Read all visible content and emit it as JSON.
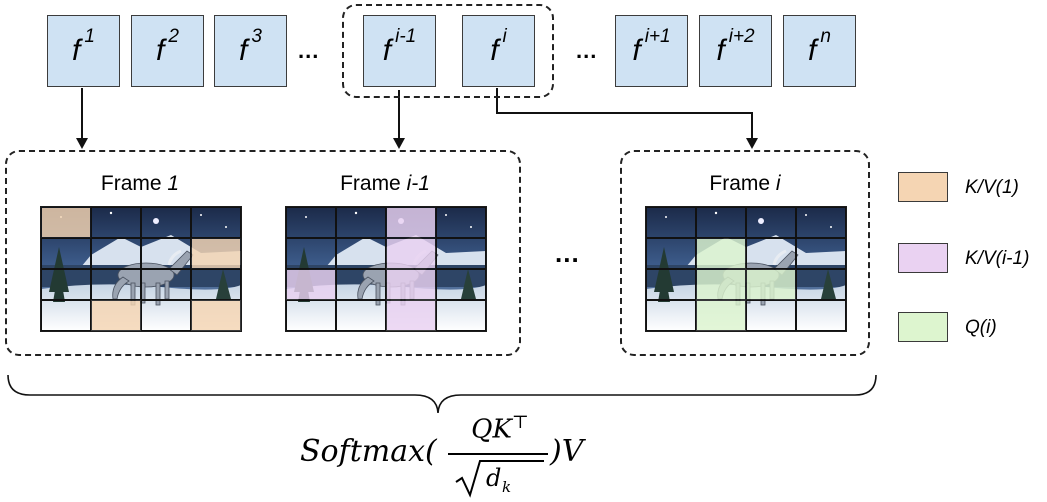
{
  "features": [
    {
      "base": "f",
      "sup": "1"
    },
    {
      "base": "f",
      "sup": "2"
    },
    {
      "base": "f",
      "sup": "3"
    },
    {
      "base": "f",
      "sup": "i-1"
    },
    {
      "base": "f",
      "sup": "i"
    },
    {
      "base": "f",
      "sup": "i+1"
    },
    {
      "base": "f",
      "sup": "i+2"
    },
    {
      "base": "f",
      "sup": "n"
    }
  ],
  "ellipsis": "...",
  "frames": [
    {
      "prefix": "Frame ",
      "index": "1"
    },
    {
      "prefix": "Frame ",
      "index": "i-1"
    },
    {
      "prefix": "Frame ",
      "index": "i"
    }
  ],
  "legend": [
    {
      "label": "K/V(1)",
      "color": "#f5d5b3"
    },
    {
      "label": "K/V(i-1)",
      "color": "#ead2f2"
    },
    {
      "label": "Q(i)",
      "color": "#ddf5cf"
    }
  ],
  "formula": {
    "lhs": "Softmax(",
    "numerator": "QK",
    "transpose": "⊤",
    "denominator_var": "d",
    "denominator_sub": "k",
    "rhs": ")V"
  },
  "highlights": {
    "frame1": [
      [
        0,
        0
      ],
      [
        1,
        3
      ],
      [
        3,
        1
      ],
      [
        3,
        3
      ]
    ],
    "frame2": [
      [
        0,
        2
      ],
      [
        1,
        2
      ],
      [
        2,
        0
      ],
      [
        2,
        2
      ],
      [
        3,
        2
      ]
    ],
    "frame3": [
      [
        1,
        1
      ],
      [
        2,
        1
      ],
      [
        2,
        2
      ],
      [
        3,
        1
      ]
    ]
  }
}
